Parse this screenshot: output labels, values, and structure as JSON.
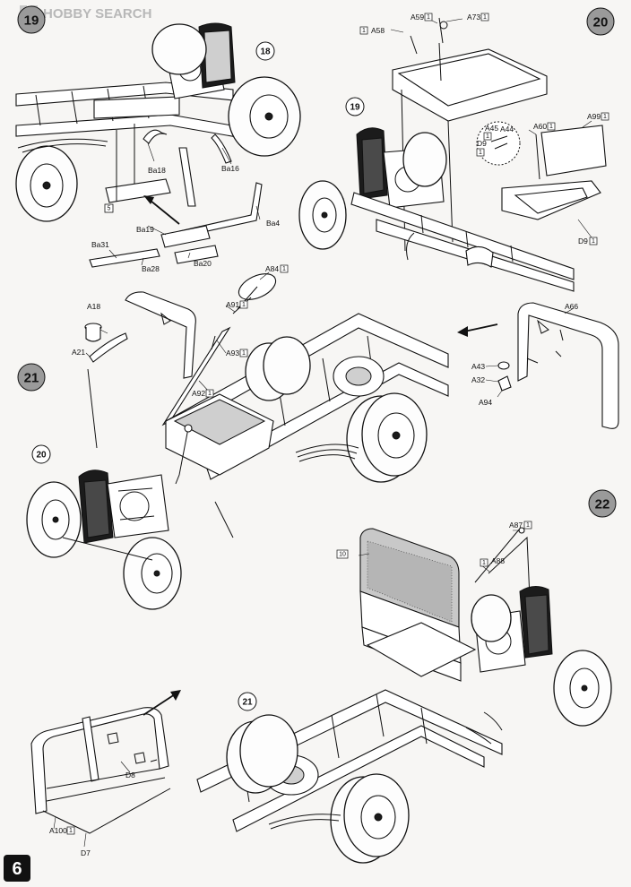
{
  "watermark": {
    "brand": "HOBBY SEARCH"
  },
  "page_number": "6",
  "steps": {
    "s19": "19",
    "s20": "20",
    "s21": "21",
    "s22": "22"
  },
  "refs": {
    "r18": "18",
    "r19": "19",
    "r20": "20",
    "r21": "21"
  },
  "step19_labels": {
    "ba18": "Ba18",
    "ba16": "Ba16",
    "ba4": "Ba4",
    "ba19": "Ba19",
    "ba31": "Ba31",
    "ba28": "Ba28",
    "ba20": "Ba20",
    "qty5": "5"
  },
  "step20_labels": {
    "a59": "A59",
    "a73": "A73",
    "a58": "A58",
    "a45": "A45",
    "a44": "A44",
    "d9_small": "D9",
    "a60": "A60",
    "a99": "A99",
    "d9": "D9",
    "qty1": "1"
  },
  "step21_labels": {
    "a84": "A84",
    "a18": "A18",
    "a91": "A91",
    "a21": "A21",
    "a93": "A93",
    "a92": "A92",
    "a66": "A66",
    "a43": "A43",
    "a32": "A32",
    "a94": "A94"
  },
  "step22_labels": {
    "a87": "A87",
    "a88": "A88",
    "qty10": "10",
    "d8": "D8",
    "a100": "A100",
    "d7": "D7"
  }
}
